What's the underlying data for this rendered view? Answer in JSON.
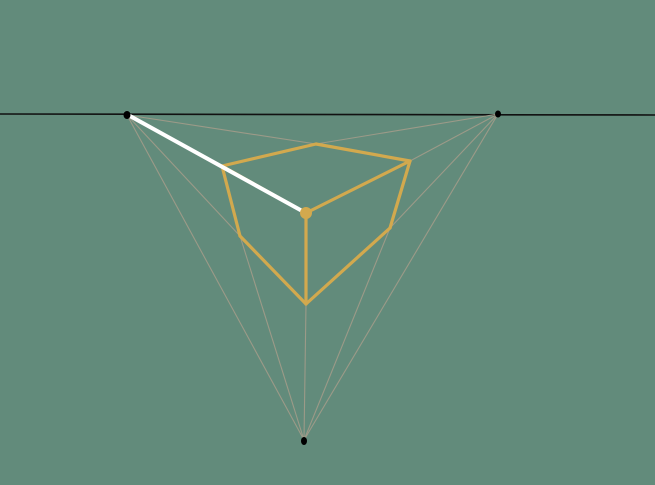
{
  "scene": {
    "background_color": "#628b7b",
    "horizon_color": "#111111",
    "guide_color": "#9c9a88",
    "cube_color": "#d2a94e",
    "highlight_color": "#ffffff",
    "vanishing_point_color": "#000000"
  },
  "vanishing_points": [
    {
      "id": "vp-left"
    },
    {
      "id": "vp-right"
    },
    {
      "id": "vp-bottom"
    }
  ],
  "cube": {
    "front_corner_handle": "selected"
  }
}
